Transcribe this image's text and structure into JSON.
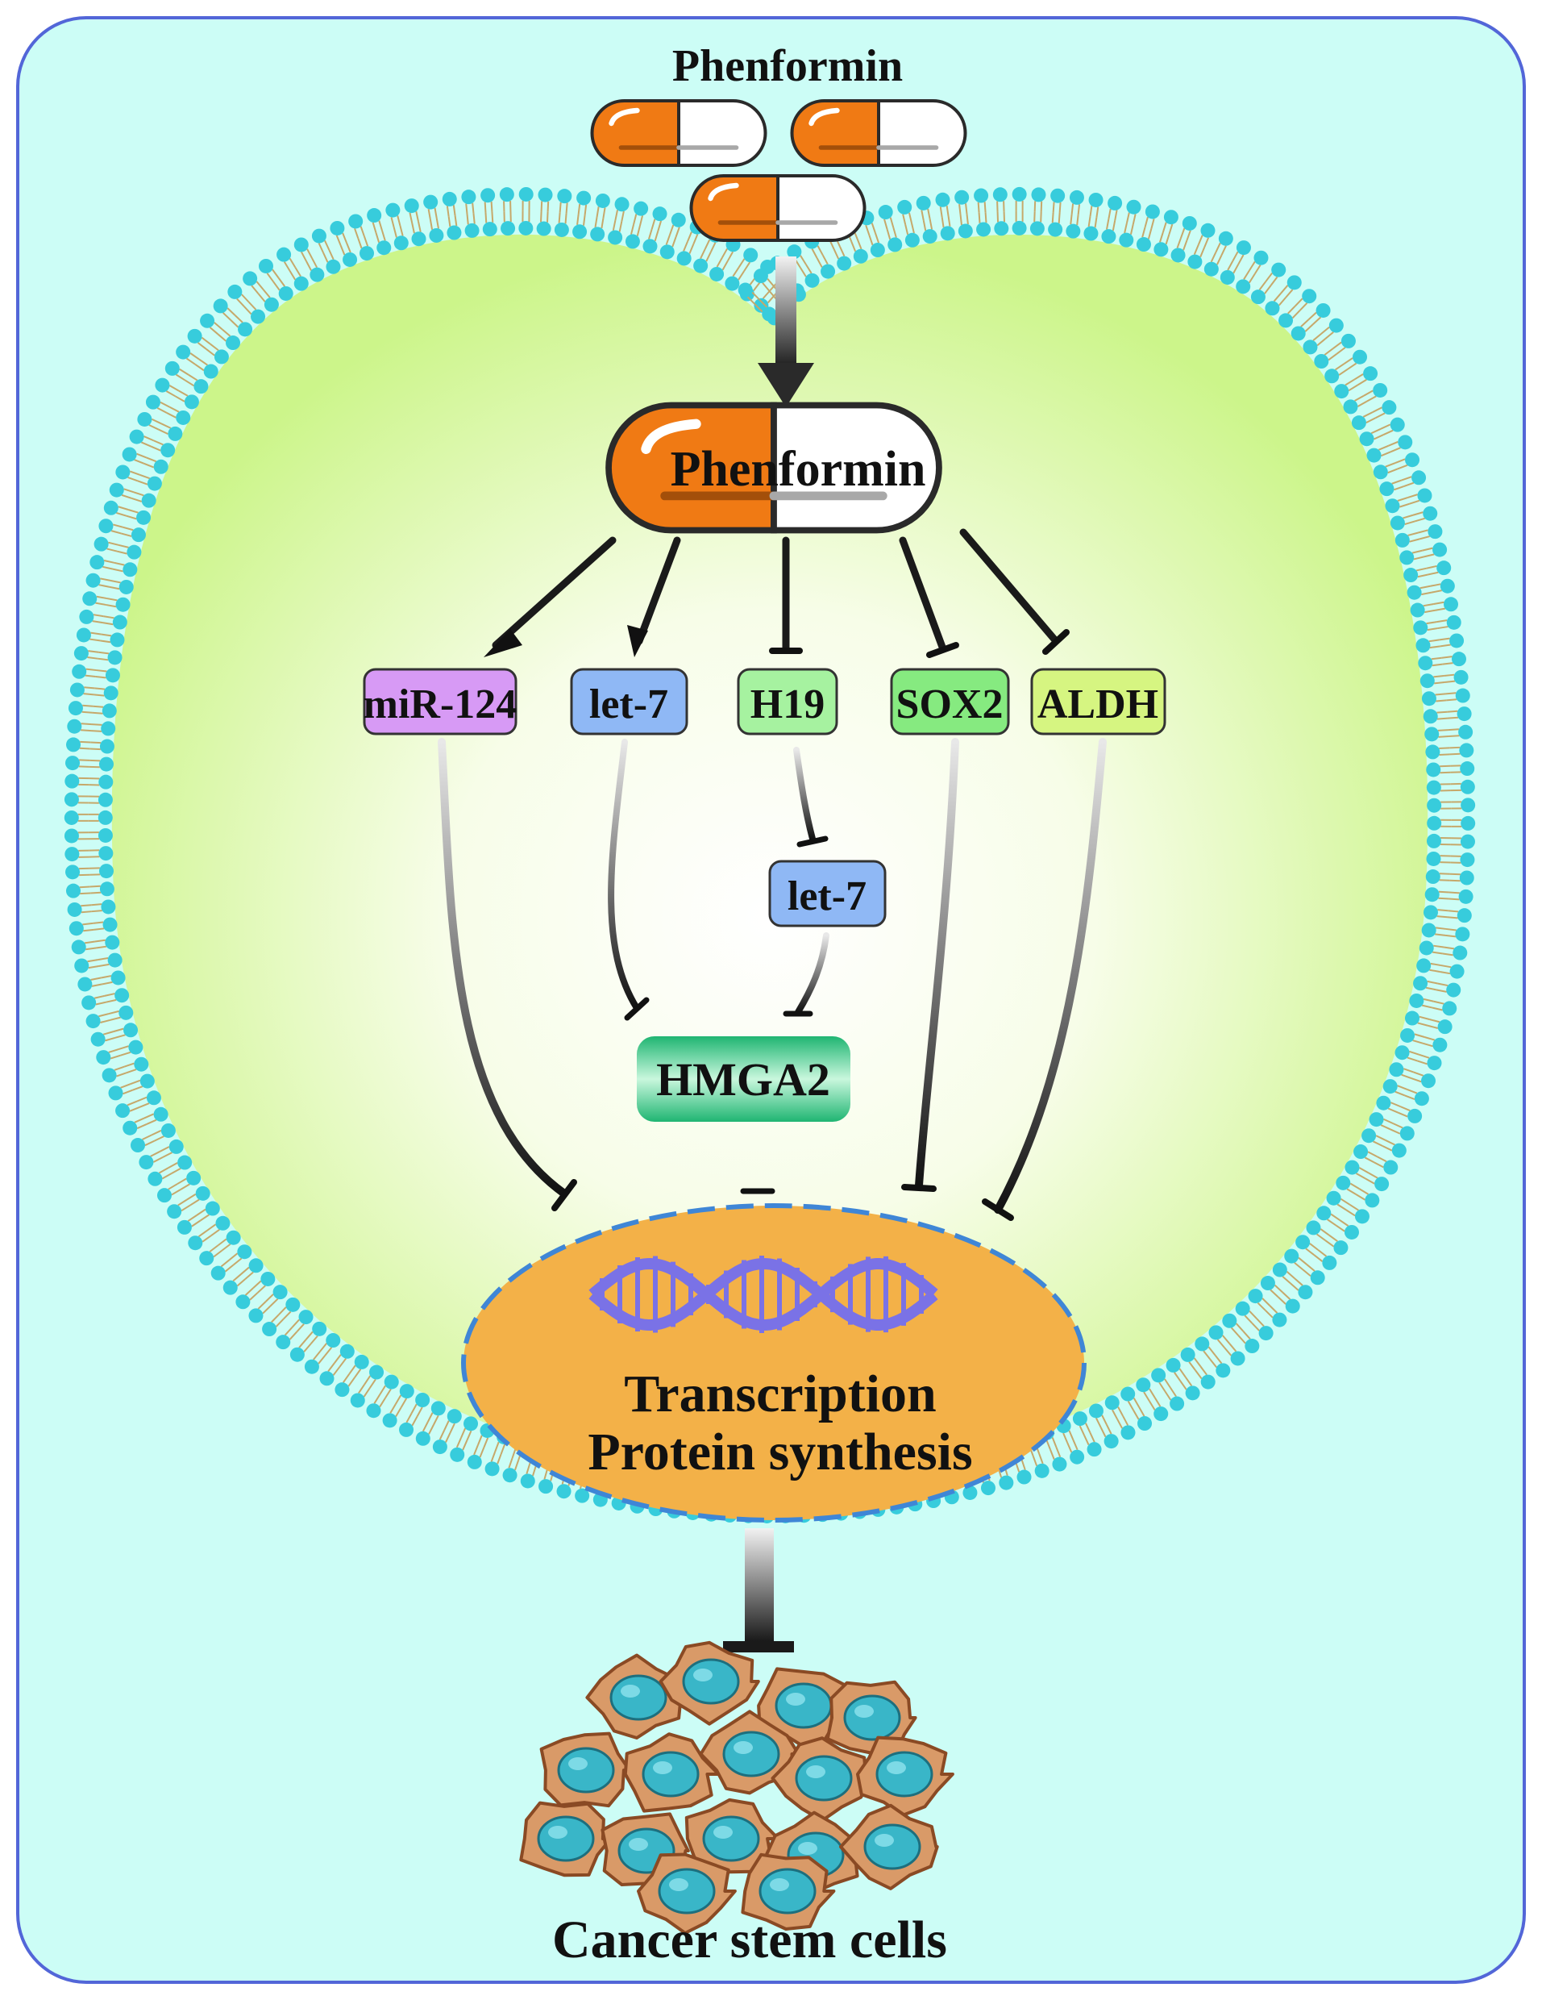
{
  "labels": {
    "drug_outside": "Phenformin",
    "drug_inside": "Phenformin",
    "nucleus_line1": "Transcription",
    "nucleus_line2": "Protein synthesis",
    "cancer_cells": "Cancer stem cells"
  },
  "nodes": {
    "mir124": "miR-124",
    "let7a": "let-7",
    "h19": "H19",
    "sox2": "SOX2",
    "aldh": "ALDH",
    "let7b": "let-7",
    "hmga2": "HMGA2"
  },
  "colors": {
    "background": "#ccfdf6",
    "border": "#5266d8",
    "cytoplasm_edge": "#ccf58a",
    "lipid_head": "#37ccdc",
    "lipid_tail": "#c6a86a",
    "capsule_orange": "#f07a14",
    "nucleus": "#f3b148",
    "nucleus_border": "#3f86d6",
    "dna": "#7a72e6",
    "mir124": "#d79af5",
    "let7": "#8fb8f5",
    "h19": "#a6f2a0",
    "sox2": "#86ea80",
    "aldh": "#d6f581",
    "hmga2": "#3cc683",
    "cell_body": "#d99a68",
    "cell_nucleus": "#39b6c8"
  },
  "edges": [
    {
      "from": "drug_inside",
      "to": "mir124",
      "type": "activation"
    },
    {
      "from": "drug_inside",
      "to": "let7a",
      "type": "activation"
    },
    {
      "from": "drug_inside",
      "to": "h19",
      "type": "inhibition"
    },
    {
      "from": "drug_inside",
      "to": "sox2",
      "type": "inhibition"
    },
    {
      "from": "drug_inside",
      "to": "aldh",
      "type": "inhibition"
    },
    {
      "from": "h19",
      "to": "let7b",
      "type": "inhibition"
    },
    {
      "from": "let7a",
      "to": "hmga2",
      "type": "inhibition"
    },
    {
      "from": "let7b",
      "to": "hmga2",
      "type": "inhibition"
    },
    {
      "from": "mir124",
      "to": "nucleus",
      "type": "inhibition"
    },
    {
      "from": "hmga2",
      "to": "nucleus",
      "type": "inhibition"
    },
    {
      "from": "sox2",
      "to": "nucleus",
      "type": "inhibition"
    },
    {
      "from": "aldh",
      "to": "nucleus",
      "type": "inhibition"
    },
    {
      "from": "nucleus",
      "to": "cancer_cells",
      "type": "inhibition"
    }
  ]
}
